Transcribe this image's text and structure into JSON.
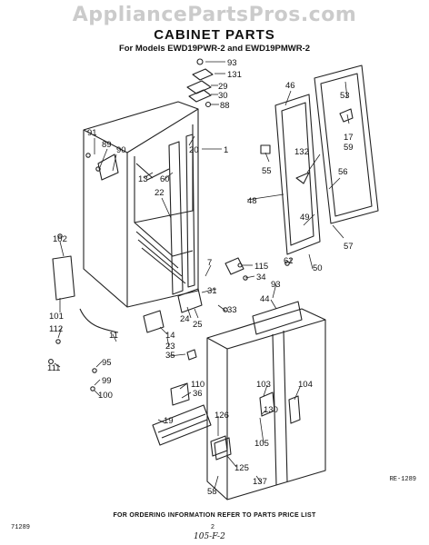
{
  "watermark": "AppliancePartsPros.com",
  "title": "CABINET PARTS",
  "subtitle": "For Models EWD19PWR-2 and EWD19PMWR-2",
  "part_numbers": [
    "93",
    "131",
    "29",
    "30",
    "88",
    "91",
    "89",
    "90",
    "1",
    "20",
    "13",
    "60",
    "22",
    "46",
    "53",
    "17",
    "59",
    "132",
    "55",
    "56",
    "48",
    "49",
    "57",
    "102",
    "7",
    "115",
    "34",
    "62",
    "50",
    "93",
    "101",
    "112",
    "31",
    "33",
    "44",
    "24",
    "25",
    "11",
    "14",
    "23",
    "35",
    "111",
    "95",
    "99",
    "100",
    "110",
    "36",
    "19",
    "126",
    "103",
    "104",
    "130",
    "105",
    "125",
    "137",
    "58"
  ],
  "drawing_code": "RE-1289",
  "footer_note": "FOR ORDERING INFORMATION REFER TO PARTS PRICE LIST",
  "catalog_no": "71289",
  "page_number": "2",
  "handwritten_note": "105-F-2"
}
